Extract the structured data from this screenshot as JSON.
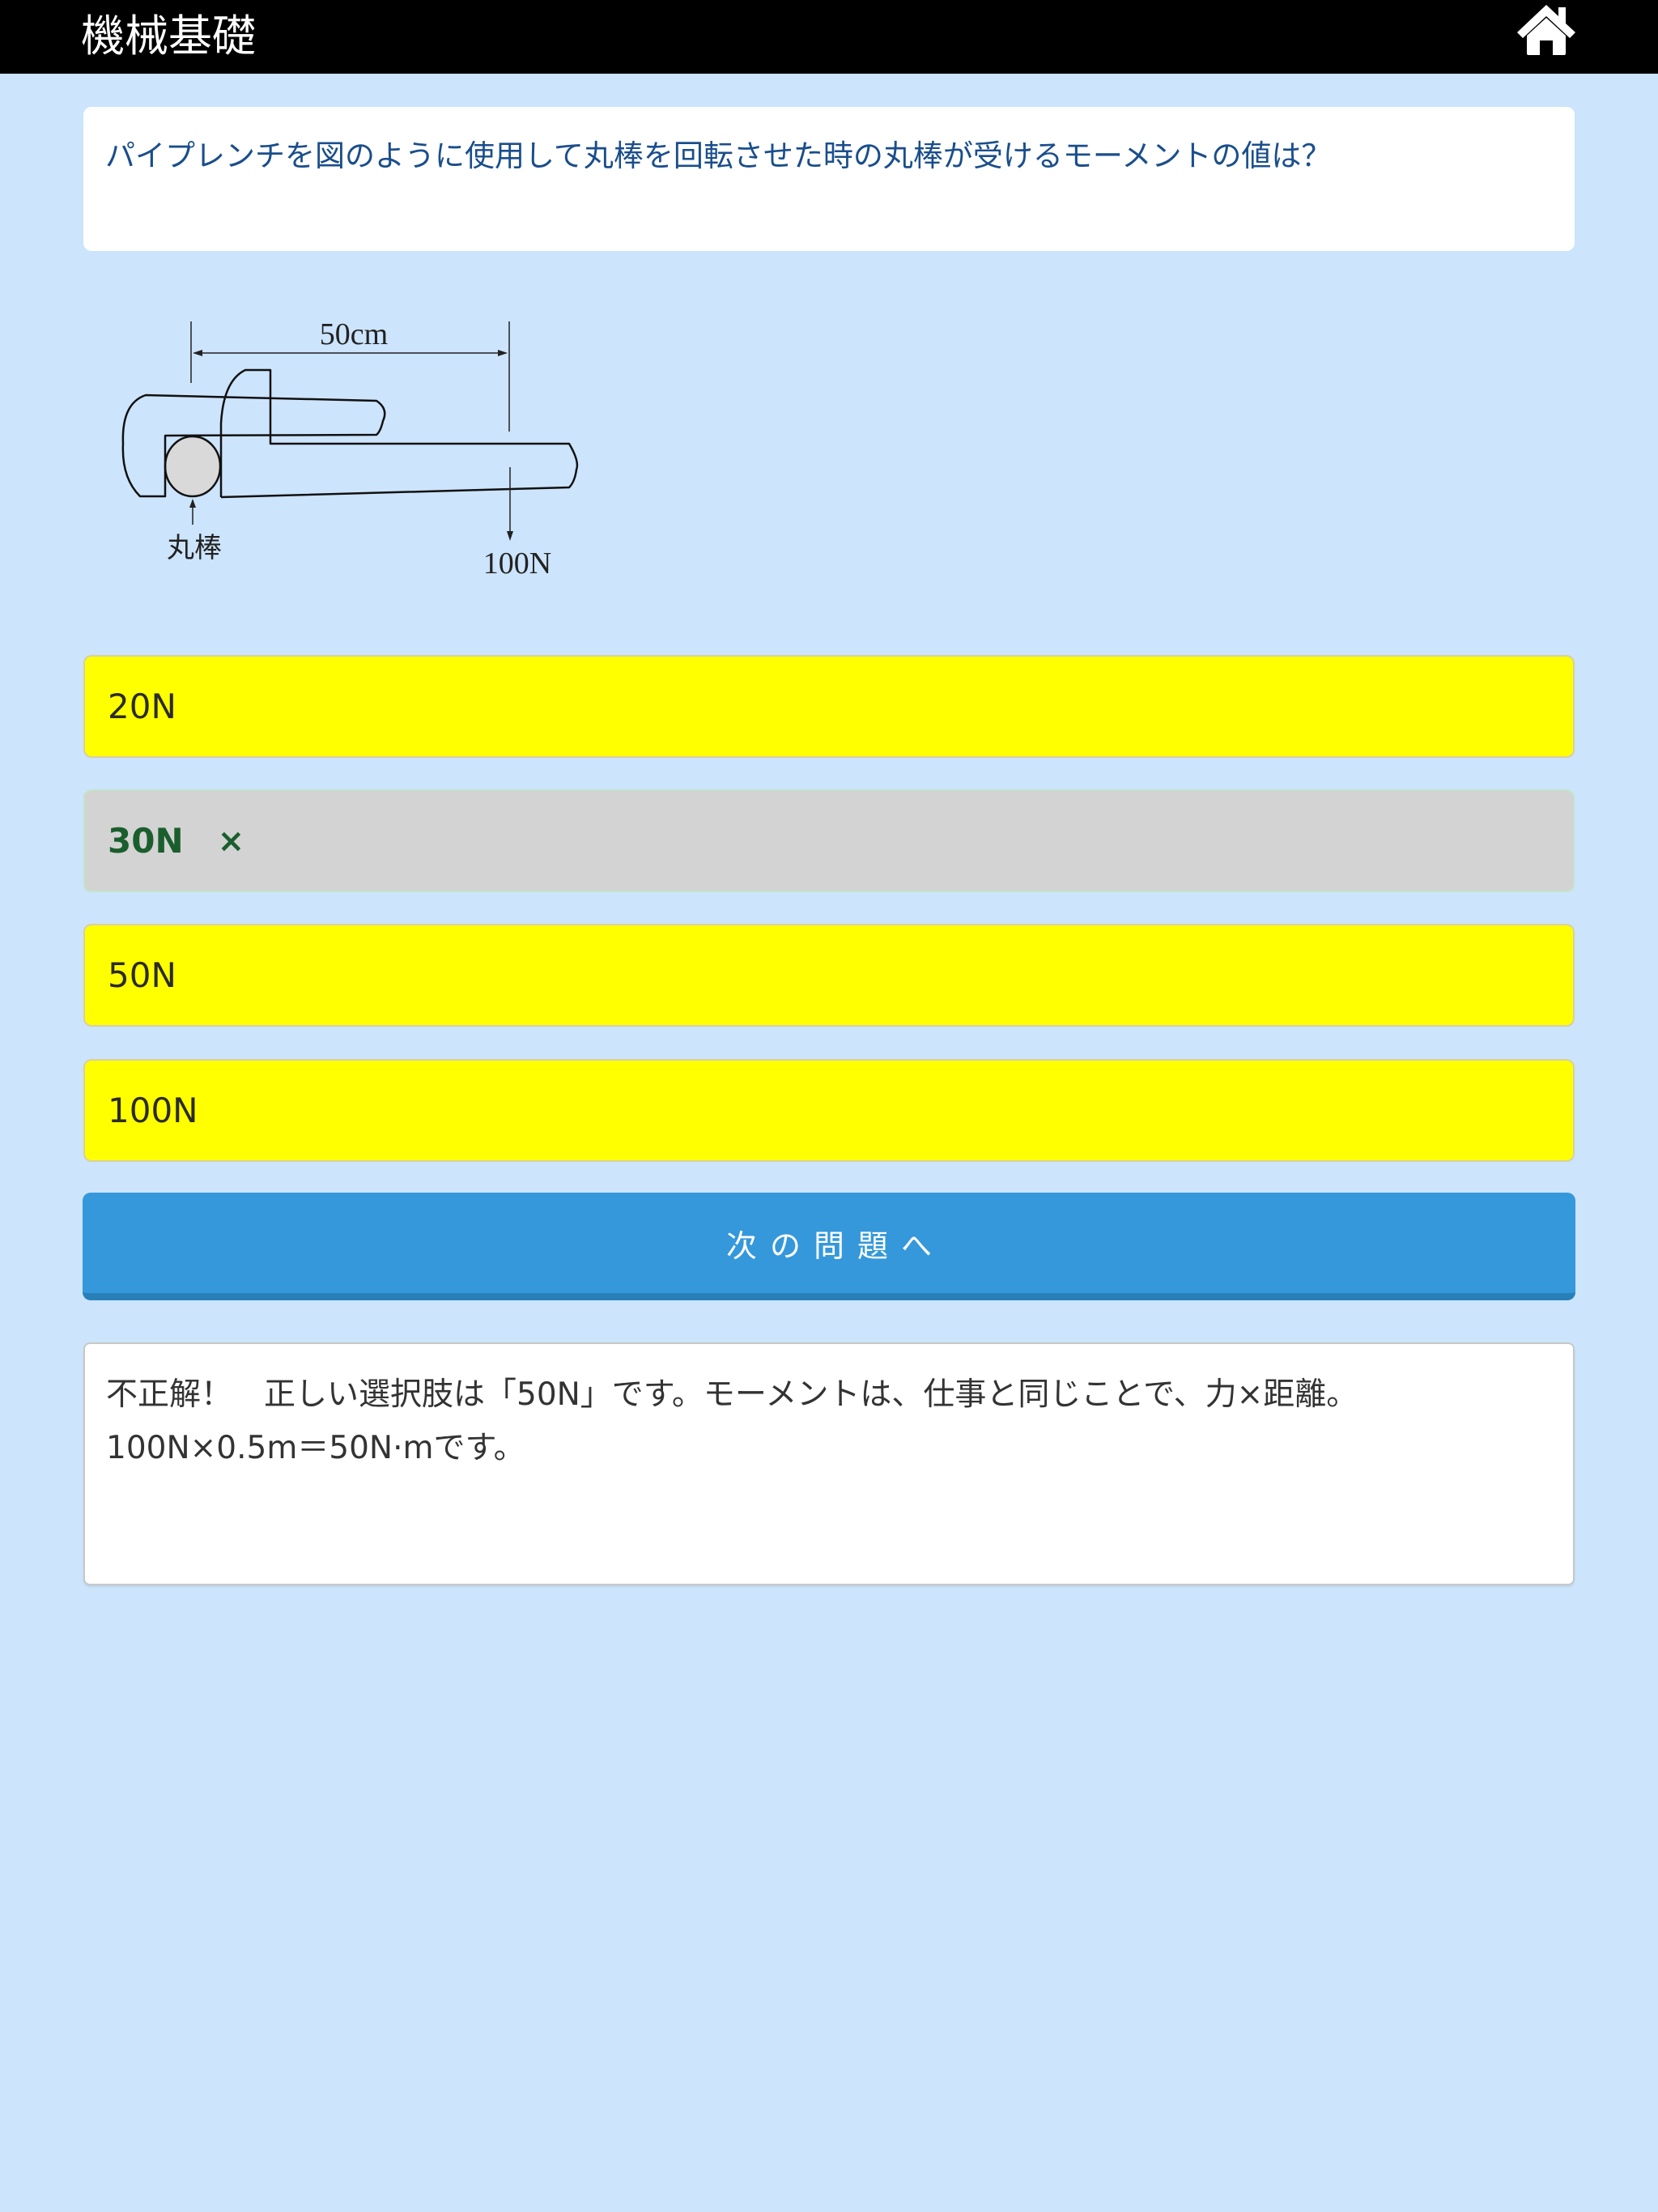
{
  "header": {
    "title": "機械基礎",
    "home_icon": "home-icon"
  },
  "question": {
    "text": "パイプレンチを図のように使用して丸棒を回転させた時の丸棒が受けるモーメントの値は？"
  },
  "diagram": {
    "dimension_label": "50cm",
    "force_label": "100N",
    "rod_label": "丸棒"
  },
  "options": [
    {
      "label": "20N",
      "state": "default",
      "mark": ""
    },
    {
      "label": "30N",
      "state": "selected-wrong",
      "mark": "×"
    },
    {
      "label": "50N",
      "state": "default",
      "mark": ""
    },
    {
      "label": "100N",
      "state": "default",
      "mark": ""
    }
  ],
  "next_button": {
    "label": "次の問題へ"
  },
  "explanation": {
    "text": "不正解！　正しい選択肢は「50N」です。モーメントは、仕事と同じことで、力×距離。100N×0.5m＝50N·mです。"
  },
  "colors": {
    "background": "#cce4fc",
    "header_bg": "#000000",
    "question_text": "#1a4e8c",
    "option_default": "#ffff00",
    "option_selected_wrong": "#d3d3d3",
    "option_selected_text": "#1b5e2e",
    "button_primary": "#3498db",
    "button_primary_border": "#2980b9"
  }
}
